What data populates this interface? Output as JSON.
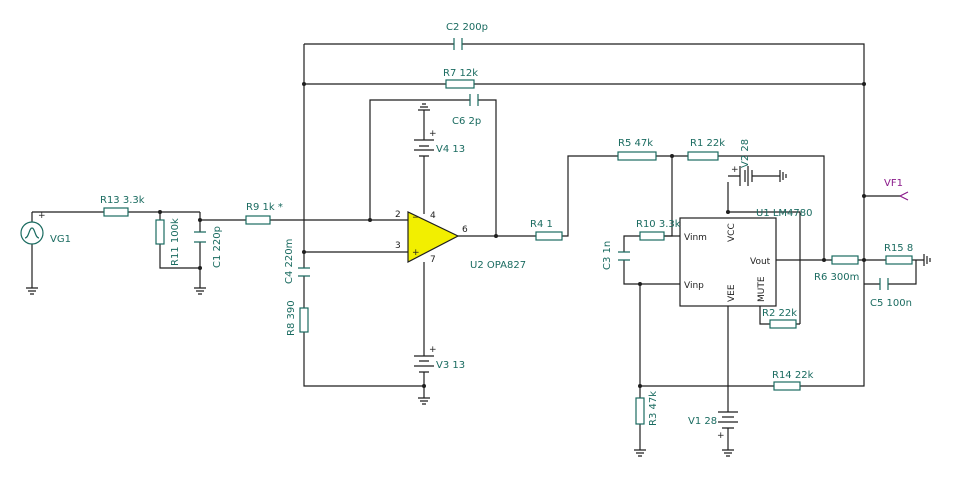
{
  "components": {
    "C2": "C2 200p",
    "R7": "R7 12k",
    "C6": "C6 2p",
    "V4": "V4 13",
    "R13": "R13 3.3k",
    "VG1": "VG1",
    "R11": "R11 100k",
    "C1": "C1 220p",
    "R9": "R9 1k *",
    "C4": "C4 220m",
    "R8": "R8 390",
    "V3": "V3 13",
    "U2": "U2 OPA827",
    "R4": "R4 1",
    "R5": "R5 47k",
    "R1": "R1 22k",
    "V2": "V2 28",
    "VF1": "VF1",
    "U1": "U1 LM4780",
    "R10": "R10 3.3k",
    "C3": "C3 1n",
    "R6": "R6 300m",
    "R15": "R15 8",
    "C5": "C5 100n",
    "R2": "R2 22k",
    "R14": "R14 22k",
    "R3": "R3 47k",
    "V1": "V1 28"
  },
  "pins": {
    "u2_in_neg": "2",
    "u2_in_pos": "3",
    "u2_out": "6",
    "u2_vpos": "4",
    "u2_vneg": "7",
    "u1_vinm": "Vinm",
    "u1_vinp": "Vinp",
    "u1_vcc": "VCC",
    "u1_vee": "VEE",
    "u1_vout": "Vout",
    "u1_mute": "MUTE"
  },
  "colors": {
    "wire": "#1f1f1f",
    "component": "#1a6b60",
    "opamp_fill": "#f2ef00",
    "probe": "#8a1a8a"
  }
}
